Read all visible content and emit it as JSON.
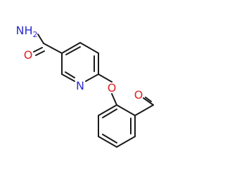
{
  "molecule": {
    "atoms": [
      {
        "id": "nh2",
        "text": "NH2",
        "color": "#2d2dcc"
      },
      {
        "id": "o_amide",
        "text": "O",
        "color": "#dd2222"
      },
      {
        "id": "n_pyridine",
        "text": "N",
        "color": "#2d2dcc"
      },
      {
        "id": "o_ether",
        "text": "O",
        "color": "#dd2222"
      },
      {
        "id": "o_aldehyde",
        "text": "O",
        "color": "#dd2222"
      }
    ],
    "bond_color": "#1a1a1a"
  }
}
